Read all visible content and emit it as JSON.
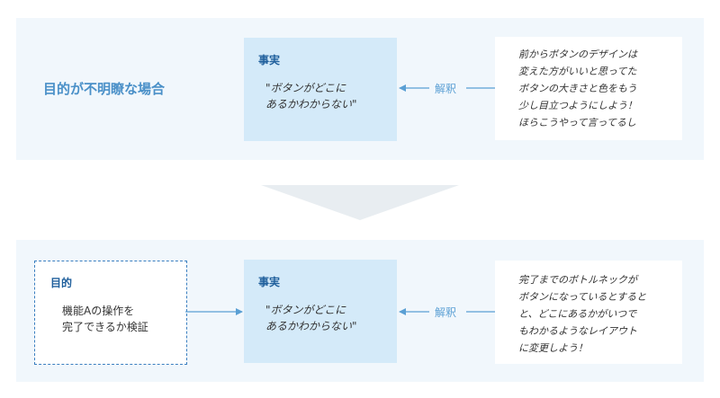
{
  "top": {
    "title": "目的が不明瞭な場合",
    "fact": {
      "title": "事実",
      "text": "\"ボタンがどこに\nあるかわからない\""
    },
    "interpretation_label": "解釈",
    "interpretation": "前からボタンのデザインは\n変えた方がいいと思ってた\nボタンの大きさと色をもう\n少し目立つようにしよう！\nほらこうやって言ってるし"
  },
  "bottom": {
    "purpose": {
      "title": "目的",
      "text": "機能Aの操作を\n完了できるか検証"
    },
    "fact": {
      "title": "事実",
      "text": "\"ボタンがどこに\nあるかわからない\""
    },
    "interpretation_label": "解釈",
    "interpretation": "完了までのボトルネックが\nボタンになっているとすると\nと、どこにあるかがいつで\nもわかるようなレイアウト\nに変更しよう！"
  },
  "colors": {
    "panel_bg": "#f1f7fc",
    "fact_bg": "#d4eaf9",
    "accent": "#4a90c8",
    "heading": "#1f5f9c",
    "arrow": "#5a9fd4",
    "transition_arrow": "#e8edf1"
  }
}
